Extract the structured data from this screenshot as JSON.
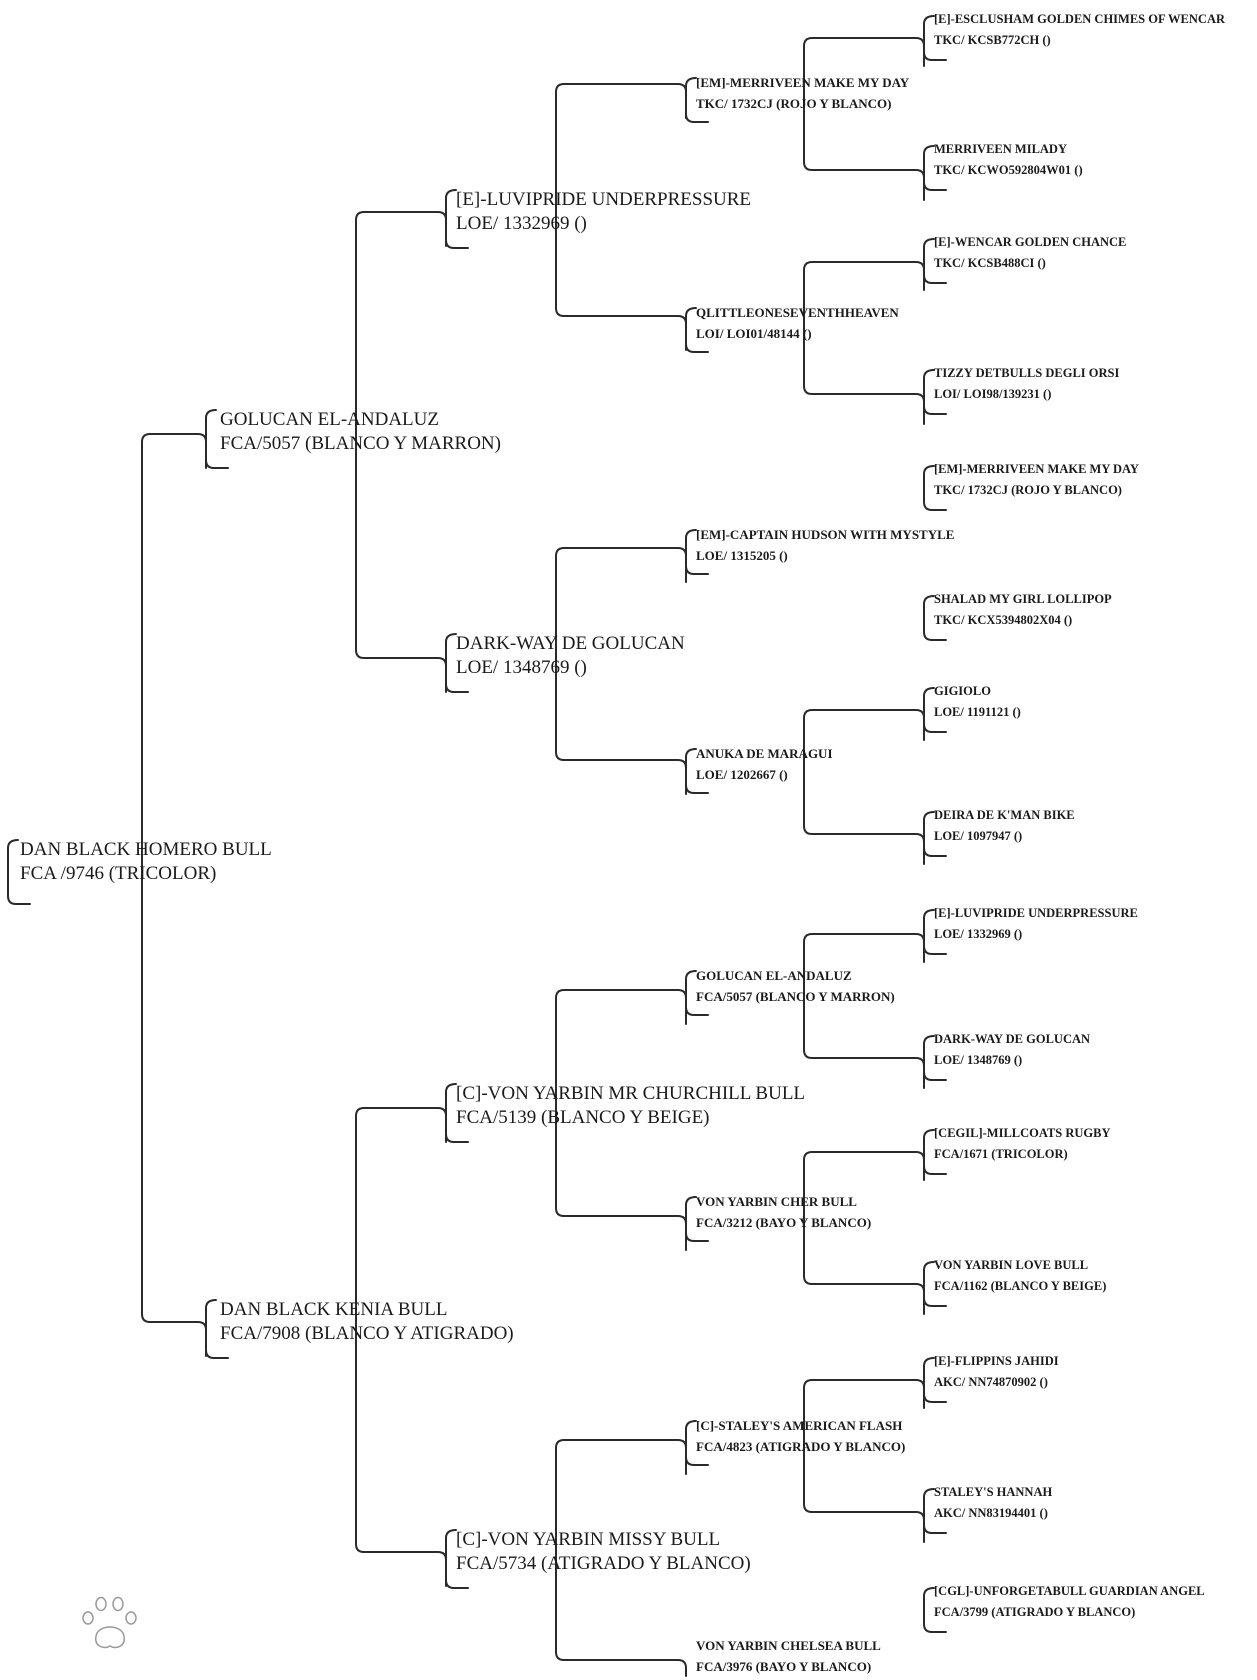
{
  "pedigree": {
    "subject": {
      "name": "DAN BLACK HOMERO BULL",
      "reg": "FCA /9746 (TRICOLOR)"
    },
    "sire": {
      "name": "GOLUCAN EL-ANDALUZ",
      "reg": "FCA/5057 (BLANCO Y MARRON)"
    },
    "dam": {
      "name": "DAN BLACK KENIA BULL",
      "reg": "FCA/7908 (BLANCO Y ATIGRADO)"
    },
    "gen3": [
      {
        "name": "[E]-LUVIPRIDE UNDERPRESSURE",
        "reg": "LOE/ 1332969 ()"
      },
      {
        "name": "DARK-WAY DE GOLUCAN",
        "reg": "LOE/ 1348769 ()"
      },
      {
        "name": "[C]-VON YARBIN MR CHURCHILL BULL",
        "reg": "FCA/5139 (BLANCO Y BEIGE)"
      },
      {
        "name": "[C]-VON YARBIN MISSY BULL",
        "reg": "FCA/5734 (ATIGRADO Y BLANCO)"
      }
    ],
    "gen4": [
      {
        "name": "[EM]-MERRIVEEN MAKE MY DAY",
        "reg": "TKC/ 1732CJ (ROJO Y BLANCO)"
      },
      {
        "name": "QLITTLEONESEVENTHHEAVEN",
        "reg": "LOI/ LOI01/48144 ()"
      },
      {
        "name": "[EM]-CAPTAIN HUDSON WITH MYSTYLE",
        "reg": "LOE/ 1315205 ()"
      },
      {
        "name": "ANUKA DE MARAGUI",
        "reg": "LOE/ 1202667 ()"
      },
      {
        "name": "GOLUCAN EL-ANDALUZ",
        "reg": "FCA/5057 (BLANCO Y MARRON)"
      },
      {
        "name": "VON YARBIN CHER BULL",
        "reg": "FCA/3212 (BAYO Y BLANCO)"
      },
      {
        "name": "[C]-STALEY'S AMERICAN FLASH",
        "reg": "FCA/4823 (ATIGRADO Y BLANCO)"
      },
      {
        "name": "VON YARBIN CHELSEA BULL",
        "reg": "FCA/3976 (BAYO Y BLANCO)"
      }
    ],
    "gen5": [
      {
        "name": "[E]-ESCLUSHAM GOLDEN CHIMES OF WENCAR",
        "reg": "TKC/ KCSB772CH ()"
      },
      {
        "name": "MERRIVEEN MILADY",
        "reg": "TKC/ KCWO592804W01 ()"
      },
      {
        "name": "[E]-WENCAR GOLDEN CHANCE",
        "reg": "TKC/ KCSB488CI ()"
      },
      {
        "name": "TIZZY DETBULLS DEGLI ORSI",
        "reg": "LOI/ LOI98/139231 ()"
      },
      {
        "name": "[EM]-MERRIVEEN MAKE MY DAY",
        "reg": "TKC/ 1732CJ (ROJO Y BLANCO)"
      },
      {
        "name": "SHALAD MY GIRL LOLLIPOP",
        "reg": "TKC/ KCX5394802X04 ()"
      },
      {
        "name": "GIGIOLO",
        "reg": "LOE/ 1191121 ()"
      },
      {
        "name": "DEIRA DE K'MAN BIKE",
        "reg": "LOE/ 1097947 ()"
      },
      {
        "name": "[E]-LUVIPRIDE UNDERPRESSURE",
        "reg": "LOE/ 1332969 ()"
      },
      {
        "name": "DARK-WAY DE GOLUCAN",
        "reg": "LOE/ 1348769 ()"
      },
      {
        "name": "[CEGIL]-MILLCOATS RUGBY",
        "reg": "FCA/1671 (TRICOLOR)"
      },
      {
        "name": "VON YARBIN LOVE BULL",
        "reg": "FCA/1162 (BLANCO Y BEIGE)"
      },
      {
        "name": "[E]-FLIPPINS JAHIDI",
        "reg": "AKC/ NN74870902 ()"
      },
      {
        "name": "STALEY'S HANNAH",
        "reg": "AKC/ NN83194401 ()"
      },
      {
        "name": "[CGL]-UNFORGETABULL GUARDIAN ANGEL",
        "reg": "FCA/3799 (ATIGRADO Y BLANCO)"
      }
    ]
  },
  "colors": {
    "line": "#2a2a2a",
    "text": "#1a1a1a",
    "background": "#ffffff"
  },
  "logo": {
    "icon": "paw-print-icon"
  }
}
